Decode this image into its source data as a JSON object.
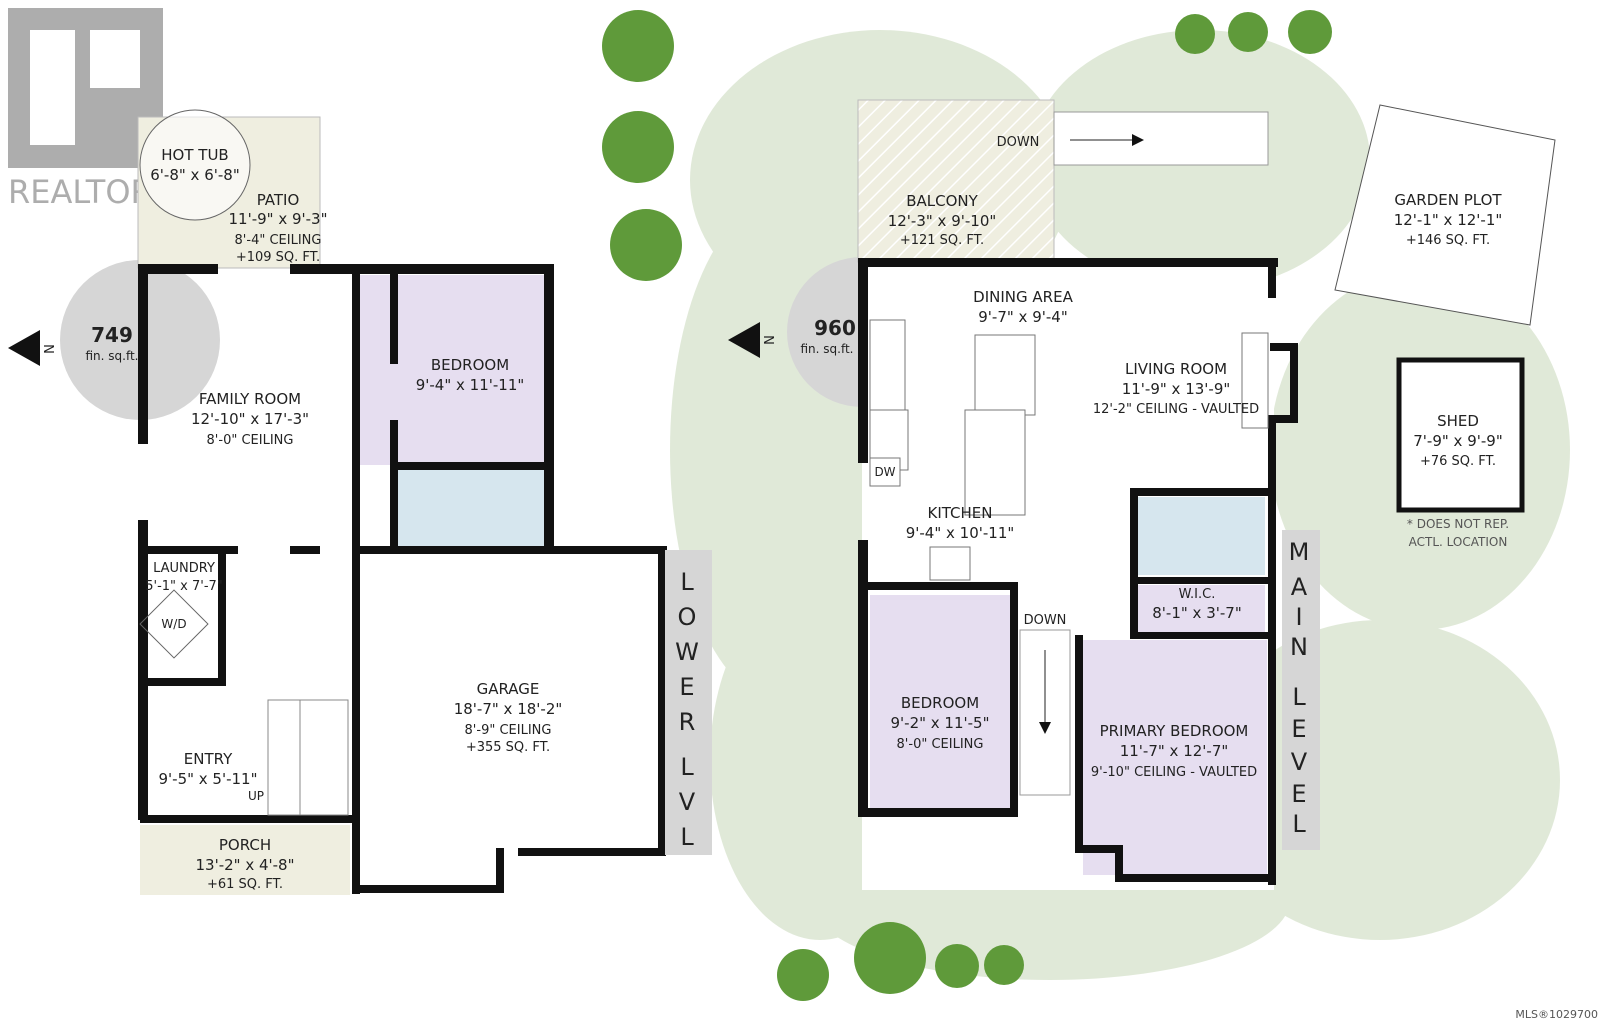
{
  "logo": {
    "text": "REALTOR"
  },
  "mls": "MLS®1029700",
  "lower_level": {
    "level_label": [
      "L",
      "O",
      "W",
      "E",
      "R",
      "",
      "L",
      "V",
      "L"
    ],
    "area": {
      "value": "749",
      "unit": "fin. sq.ft.",
      "north": "N"
    },
    "rooms": {
      "hot_tub": {
        "name": "HOT TUB",
        "dims": "6'-8\" x 6'-8\""
      },
      "patio": {
        "name": "PATIO",
        "dims": "11'-9\" x 9'-3\"",
        "ceiling": "8'-4\" CEILING",
        "area": "+109 SQ. FT."
      },
      "family_room": {
        "name": "FAMILY ROOM",
        "dims": "12'-10\" x 17'-3\"",
        "ceiling": "8'-0\" CEILING"
      },
      "bedroom": {
        "name": "BEDROOM",
        "dims": "9'-4\" x 11'-11\""
      },
      "laundry": {
        "name": "LAUNDRY",
        "dims": "5'-1\" x 7'-7\"",
        "appliance": "W/D"
      },
      "entry": {
        "name": "ENTRY",
        "dims": "9'-5\" x 5'-11\"",
        "stairs": "UP"
      },
      "garage": {
        "name": "GARAGE",
        "dims": "18'-7\" x 18'-2\"",
        "ceiling": "8'-9\" CEILING",
        "area": "+355 SQ. FT."
      },
      "porch": {
        "name": "PORCH",
        "dims": "13'-2\" x 4'-8\"",
        "area": "+61 SQ. FT."
      }
    }
  },
  "main_level": {
    "level_label": [
      "M",
      "A",
      "I",
      "N",
      "",
      "L",
      "E",
      "V",
      "E",
      "L"
    ],
    "area": {
      "value": "960",
      "unit": "fin. sq.ft.",
      "north": "N"
    },
    "rooms": {
      "balcony": {
        "name": "BALCONY",
        "dims": "12'-3\" x 9'-10\"",
        "area": "+121 SQ. FT.",
        "stairs": "DOWN"
      },
      "dining": {
        "name": "DINING AREA",
        "dims": "9'-7\" x 9'-4\""
      },
      "living": {
        "name": "LIVING ROOM",
        "dims": "11'-9\" x 13'-9\"",
        "ceiling": "12'-2\" CEILING - VAULTED"
      },
      "kitchen": {
        "name": "KITCHEN",
        "dims": "9'-4\" x 10'-11\"",
        "appliance": "DW"
      },
      "bedroom": {
        "name": "BEDROOM",
        "dims": "9'-2\" x 11'-5\"",
        "ceiling": "8'-0\" CEILING"
      },
      "stairs": {
        "label": "DOWN"
      },
      "wic": {
        "name": "W.I.C.",
        "dims": "8'-1\" x 3'-7\""
      },
      "primary": {
        "name": "PRIMARY BEDROOM",
        "dims": "11'-7\" x 12'-7\"",
        "ceiling": "9'-10\" CEILING - VAULTED"
      }
    }
  },
  "outbuildings": {
    "garden": {
      "name": "GARDEN PLOT",
      "dims": "12'-1\" x 12'-1\"",
      "area": "+146 SQ. FT."
    },
    "shed": {
      "name": "SHED",
      "dims": "7'-9\" x 9'-9\"",
      "area": "+76 SQ. FT.",
      "note1": "* DOES NOT REP.",
      "note2": "ACTL. LOCATION"
    }
  },
  "colors": {
    "bedroom": "#e6def0",
    "bath": "#d6e6ee",
    "patio": "#efeee0",
    "wall": "#111111",
    "level_bar": "#d6d6d6",
    "greenery": "#d9e4cf",
    "tree": "#5f9a3a"
  }
}
